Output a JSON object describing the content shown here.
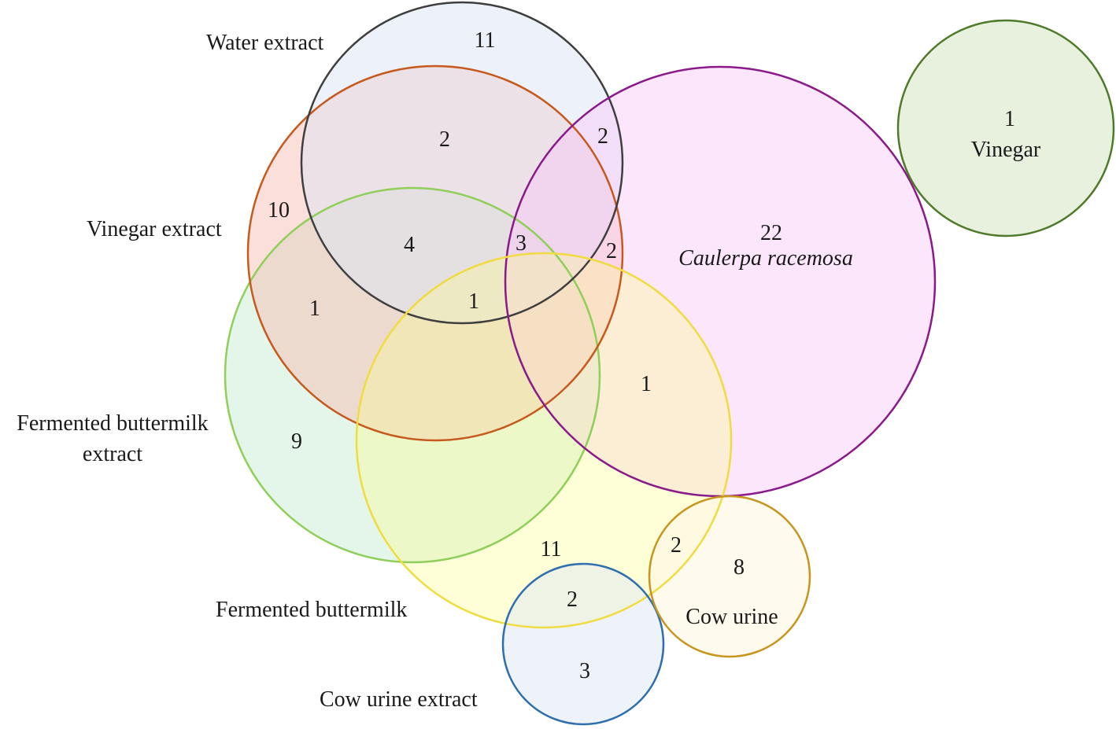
{
  "sets": [
    {
      "id": "water_extract",
      "label": "Water extract",
      "fill": "#dbe3f3",
      "stroke": "#3f3f3f"
    },
    {
      "id": "vinegar_extract",
      "label": "Vinegar extract",
      "fill": "#f7b8b0",
      "stroke": "#c65a1e"
    },
    {
      "id": "caulerpa",
      "label": "Caulerpa racemosa",
      "fill": "#f9c7f6",
      "stroke": "#8a1a8a"
    },
    {
      "id": "vinegar",
      "label": "Vinegar",
      "fill": "#e6f0da",
      "stroke": "#4f7a2a"
    },
    {
      "id": "fermented_buttermilk_extract",
      "label_line1": "Fermented buttermilk",
      "label_line2": "extract",
      "fill": "#c9edd3",
      "stroke": "#8fcf5a"
    },
    {
      "id": "fermented_buttermilk",
      "label": "Fermented buttermilk",
      "fill": "#fdfb8c",
      "stroke": "#f0dc40"
    },
    {
      "id": "cow_urine",
      "label": "Cow urine",
      "fill": "#fdf8e6",
      "stroke": "#c8961e"
    },
    {
      "id": "cow_urine_extract",
      "label": "Cow urine extract",
      "fill": "#dde8f5",
      "stroke": "#2f6fae"
    }
  ],
  "counts": {
    "water_only": "11",
    "water_vinegarext": "2",
    "water_vinegarext_caulerpa_top": "2",
    "vinegarext_only": "10",
    "water_vinegarext_fbe": "4",
    "water_vinegarext_caulerpa": "3",
    "vinegarext_caulerpa": "2",
    "vinegarext_fbe": "1",
    "water_vinegarext_fbe_fb": "1",
    "caulerpa_only": "22",
    "vinegar_only": "1",
    "caulerpa_fb": "1",
    "fbe_only": "9",
    "fb_only": "11",
    "fb_cowurine": "2",
    "cowurine_only": "8",
    "fb_cowurineext": "2",
    "cowurineext_only": "3"
  }
}
